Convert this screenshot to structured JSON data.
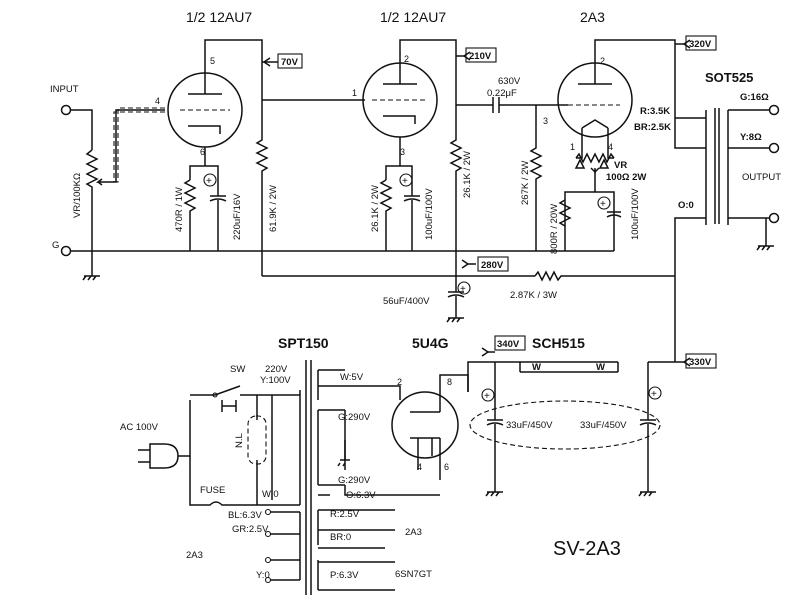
{
  "title": "SV-2A3",
  "tubes": {
    "v1": "1/2 12AU7",
    "v2": "1/2 12AU7",
    "v3": "2A3",
    "rect": "5U4G"
  },
  "transformers": {
    "output": "SOT525",
    "power": "SPT150",
    "choke": "SCH515"
  },
  "voltages": {
    "v70": "70V",
    "v210": "210V",
    "v320": "320V",
    "v280": "280V",
    "v340": "340V",
    "v330": "330V"
  },
  "labels": {
    "input": "INPUT",
    "output": "OUTPUT",
    "g": "G",
    "ac": "AC 100V",
    "sw": "SW",
    "fuse": "FUSE",
    "nl": "N.L"
  },
  "components": {
    "vr_in": "VR/100KΩ",
    "r470": "470R / 1W",
    "c220": "220uF/16V",
    "r619": "61.9K / 2W",
    "r261a": "26.1K / 2W",
    "c100a": "100uF/100V",
    "r261b": "26.1K / 2W",
    "cc_v": "630V",
    "cc_c": "0.22μF",
    "r267": "267K / 2W",
    "r800": "800R / 20W",
    "c100b": "100uF/100V",
    "vr_hum": "VR",
    "vr_hum_val": "100Ω  2W",
    "c56": "56uF/400V",
    "r287": "2.87K / 3W",
    "c33a": "33uF/450V",
    "c33b": "33uF/450V"
  },
  "ot_taps": {
    "r": "R:3.5K",
    "br": "BR:2.5K",
    "g": "G:16Ω",
    "y": "Y:8Ω",
    "o": "O:0"
  },
  "pt_taps": {
    "p220": "220V",
    "y100": "Y:100V",
    "w0": "W:0",
    "bl": "BL:6.3V",
    "gr": "GR:2.5V",
    "y0": "Y:0",
    "w5": "W:5V",
    "g290a": "G:290V",
    "o63": "O:6.3V",
    "g290b": "G:290V",
    "r25": "R:2.5V",
    "br0": "BR:0",
    "p63": "P:6.3V",
    "t2a3a": "2A3",
    "t2a3b": "2A3",
    "t6sn7": "6SN7GT"
  },
  "choke_taps": {
    "w1": "W",
    "w2": "W"
  },
  "pins": {
    "v1_5": "5",
    "v1_4": "4",
    "v1_6": "6",
    "v2_2": "2",
    "v2_1": "1",
    "v2_3": "3",
    "v3_2": "2",
    "v3_3": "3",
    "v3_1": "1",
    "v3_4": "4",
    "r_2": "2",
    "r_8": "8",
    "r_4": "4",
    "r_6": "6"
  },
  "colors": {
    "ink": "#111111",
    "paper": "#ffffff"
  }
}
